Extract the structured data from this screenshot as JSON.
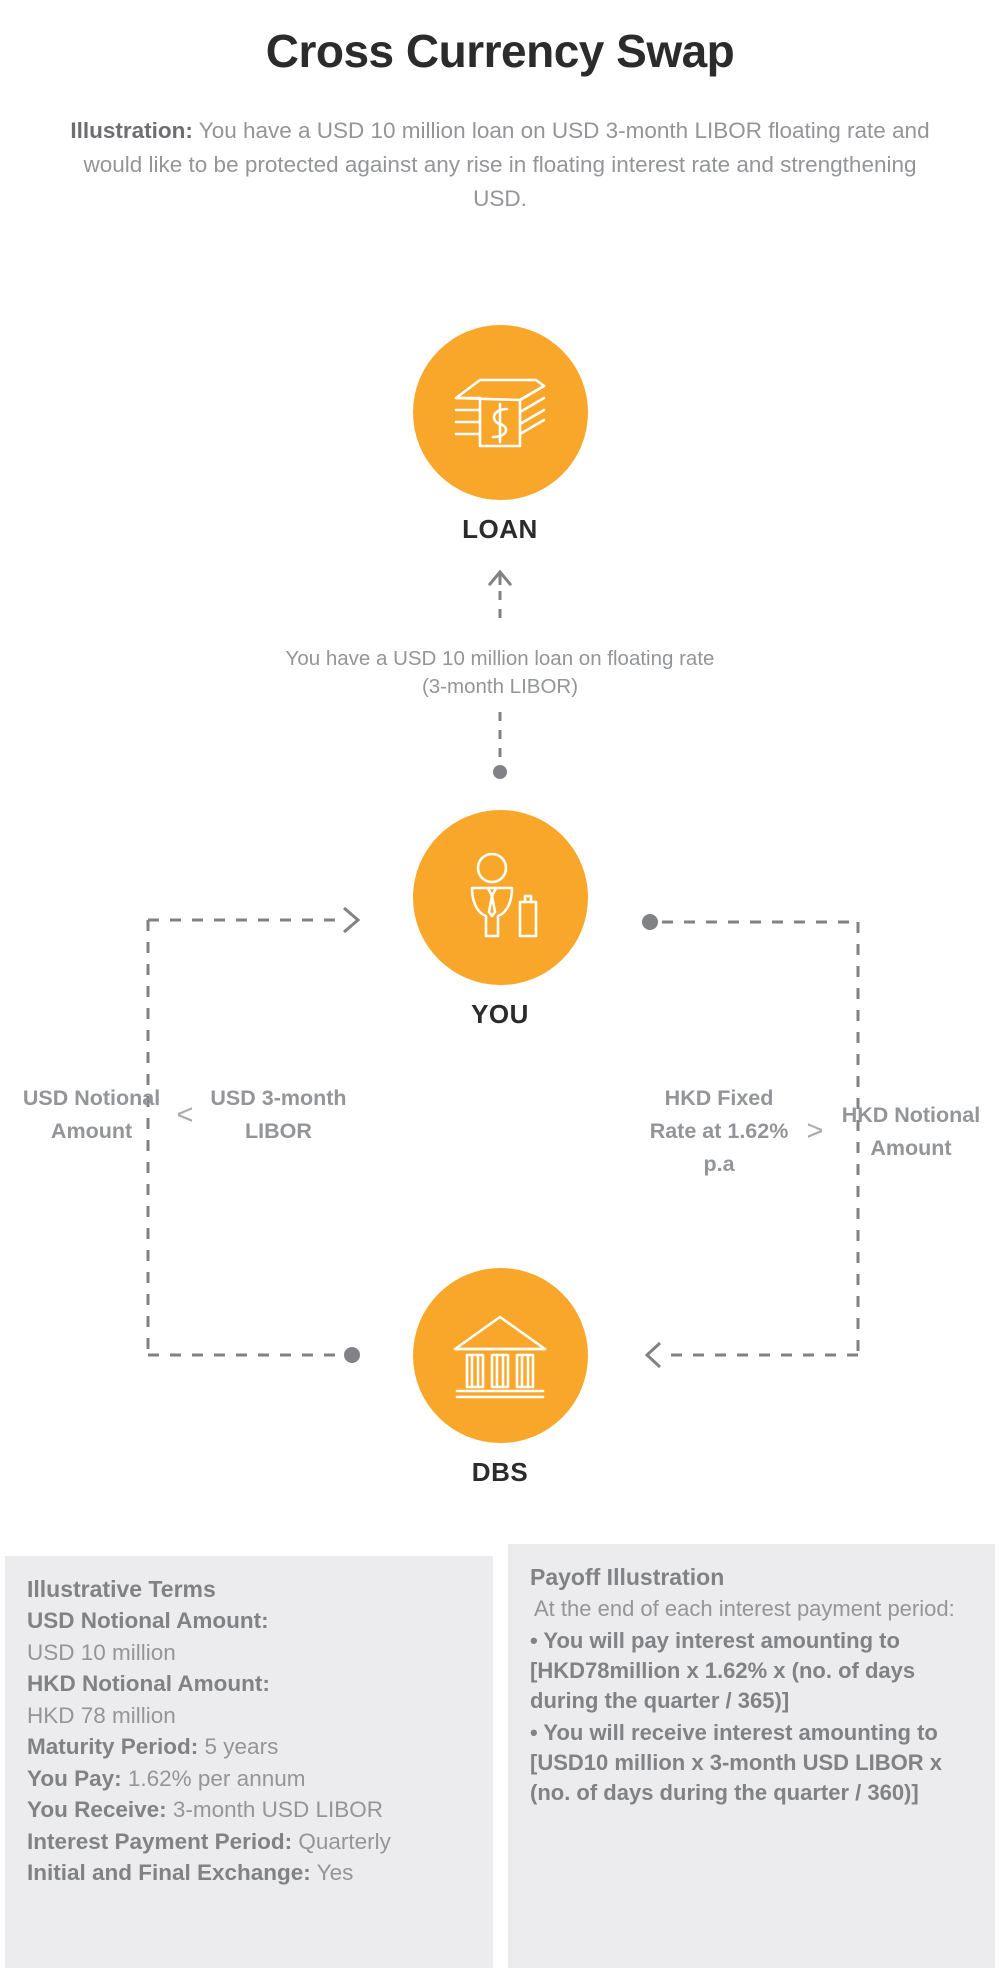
{
  "header": {
    "title": "Cross Currency Swap",
    "subtitle_label": "Illustration:",
    "subtitle_text": " You have a USD 10 million loan on USD 3-month LIBOR floating rate and would like to be protected against any rise in floating interest rate and strengthening USD."
  },
  "nodes": {
    "loan": {
      "label": "LOAN",
      "icon": "money-stack-icon"
    },
    "you": {
      "label": "YOU",
      "icon": "businessperson-icon"
    },
    "dbs": {
      "label": "DBS",
      "icon": "bank-building-icon"
    }
  },
  "flow": {
    "loan_to_you": "You have a USD 10 million loan on floating rate (3-month LIBOR)"
  },
  "labels": {
    "left": {
      "first": "USD Notional Amount",
      "comparator": "<",
      "second": "USD 3-month LIBOR"
    },
    "right": {
      "first": "HKD Fixed Rate at 1.62% p.a",
      "comparator": ">",
      "second": "HKD Notional Amount"
    }
  },
  "terms_box": {
    "title": "Illustrative Terms",
    "rows": [
      {
        "label": "USD Notional Amount:",
        "value": "USD 10 million",
        "wrap": true
      },
      {
        "label": "HKD Notional Amount:",
        "value": "HKD 78 million",
        "wrap": true
      },
      {
        "label": "Maturity Period:",
        "value": " 5 years",
        "wrap": false
      },
      {
        "label": "You Pay:",
        "value": " 1.62% per annum",
        "wrap": false
      },
      {
        "label": "You Receive:",
        "value": " 3-month USD LIBOR",
        "wrap": false
      },
      {
        "label": "Interest Payment Period:",
        "value": " Quarterly",
        "wrap": false
      },
      {
        "label": "Initial and Final Exchange:",
        "value": " Yes",
        "wrap": false
      }
    ]
  },
  "payoff_box": {
    "title": "Payoff Illustration",
    "subtitle": "At the end of each interest payment period:",
    "bullets": [
      "• You will pay interest amounting to [HKD78million x 1.62% x (no. of days during the quarter / 365)]",
      "• You will receive interest amounting to [USD10 million x 3-month USD LIBOR x (no. of days during the quarter / 360)]"
    ]
  },
  "colors": {
    "accent_orange": "#F9A72B",
    "box_background": "#ECECEE",
    "body_text": "#939598",
    "heading_text": "#808285",
    "connector": "#808285",
    "title_text": "#2b2b2b"
  }
}
